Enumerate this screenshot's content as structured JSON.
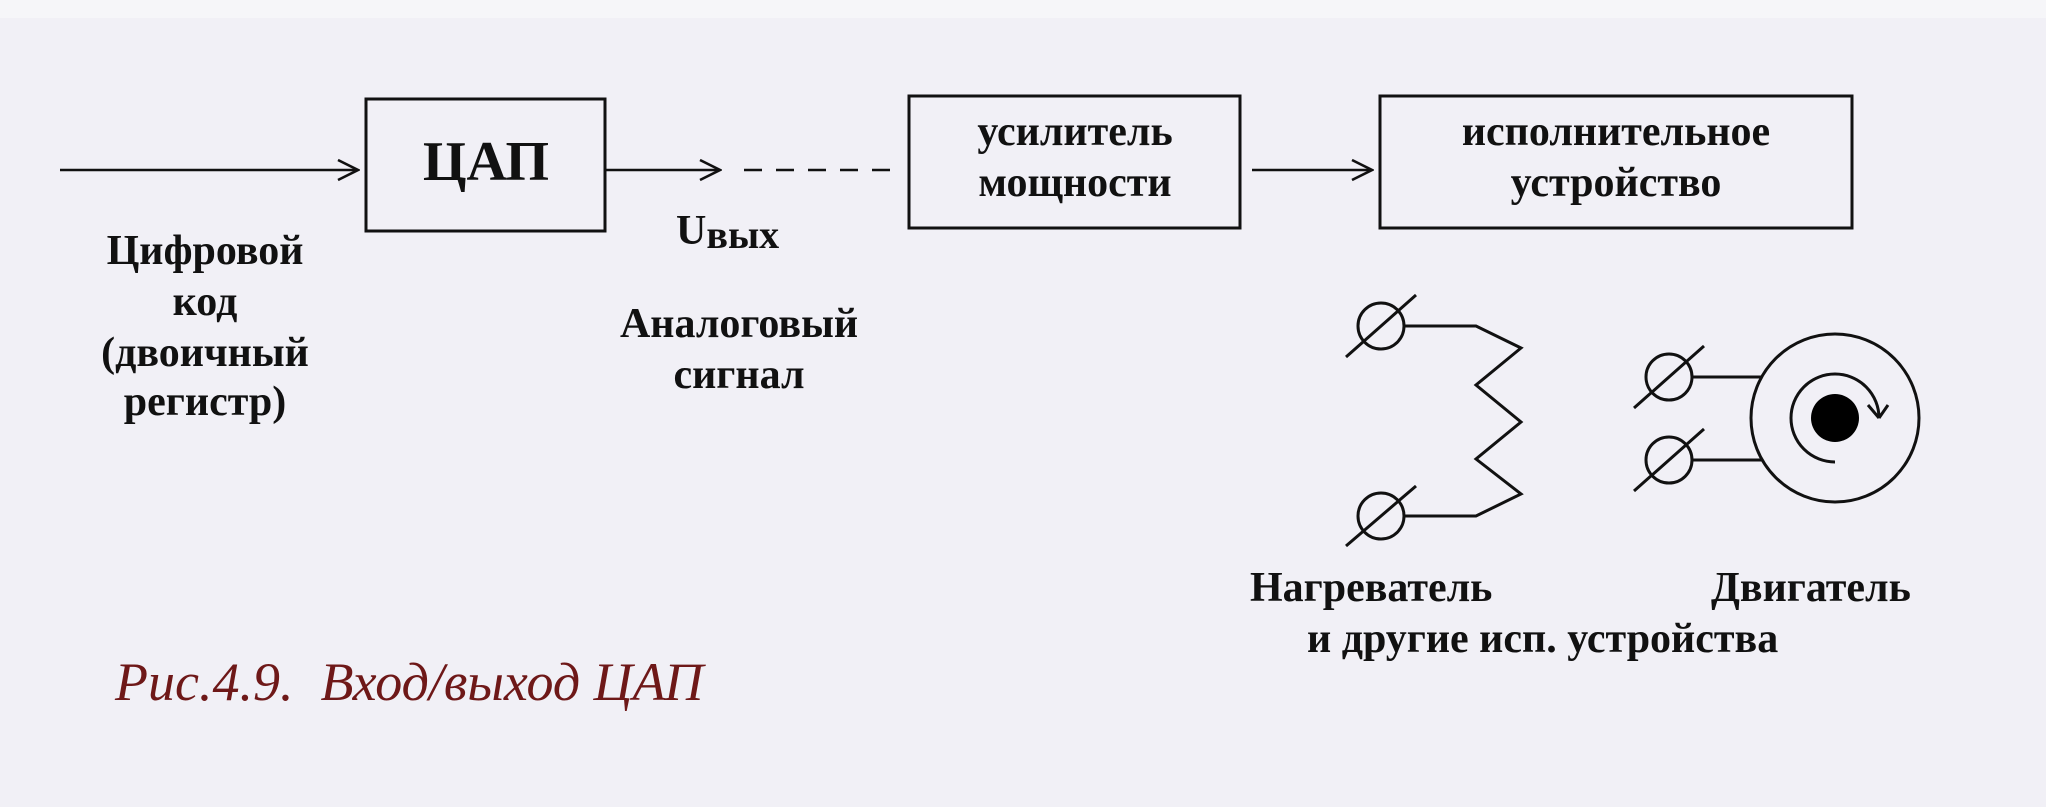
{
  "diagram": {
    "blocks": {
      "dac": "ЦАП",
      "amp_line1": "усилитель",
      "amp_line2": "мощности",
      "actuator_line1": "исполнительное",
      "actuator_line2": "устройство"
    },
    "labels": {
      "digital_line1": "Цифровой",
      "digital_line2": "код",
      "digital_line3": "(двоичный",
      "digital_line4": "регистр)",
      "uout_main": "U",
      "uout_sub": "вых",
      "analog_line1": "Аналоговый",
      "analog_line2": "сигнал",
      "heater": "Нагреватель",
      "motor": "Двигатель",
      "other_devices": "и другие исп. устройства"
    },
    "caption": "Рис.4.9.  Вход/выход ЦАП"
  },
  "colors": {
    "background": "#f1f0f6",
    "stroke": "#111111",
    "caption": "#6e1818"
  }
}
